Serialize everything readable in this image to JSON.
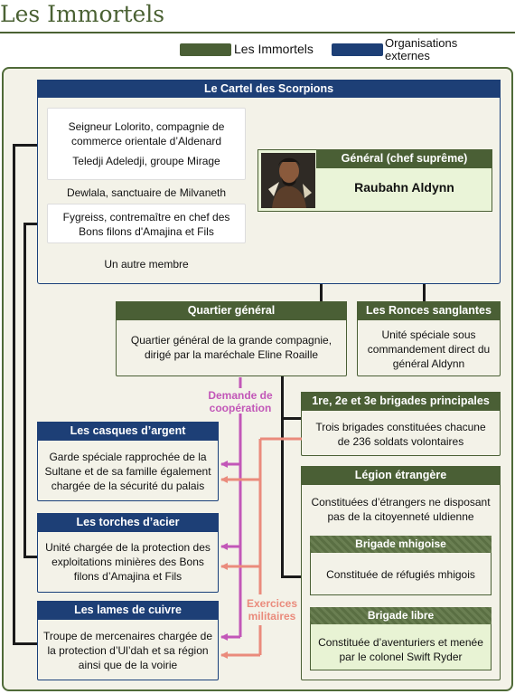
{
  "title": "Les Immortels",
  "legend": [
    {
      "label": "Les Immortels",
      "color": "#4a5f35"
    },
    {
      "label": "Organisations externes",
      "color": "#1d3f76"
    }
  ],
  "cartel": {
    "header": "Le Cartel des Scorpions",
    "member1": "Seigneur Lolorito, compagnie de commerce orientale d’Aldenard",
    "member2": "Teledji Adeledji, groupe Mirage",
    "member3": "Dewlala, sanctuaire de Milvaneth",
    "member4": "Fygreiss, contremaître en chef des Bons filons d'Amajina et Fils",
    "member5": "Un autre membre"
  },
  "general": {
    "header": "Général (chef suprême)",
    "name": "Raubahn Aldynn"
  },
  "hq": {
    "header": "Quartier général",
    "text": "Quartier général de la grande compagnie, dirigé par la maréchale Eline Roaille"
  },
  "ronces": {
    "header": "Les Ronces sanglantes",
    "text": "Unité spéciale sous commandement direct du général Aldynn"
  },
  "brigades": {
    "header": "1re, 2e et 3e brigades principales",
    "text": "Trois brigades constituées chacune de 236 soldats volontaires"
  },
  "legion": {
    "header": "Légion étrangère",
    "text": "Constituées d’étrangers ne disposant pas de la citoyenneté uldienne",
    "mhigoise": {
      "header": "Brigade mhigoise",
      "text": "Constituée de réfugiés mhigois"
    },
    "libre": {
      "header": "Brigade libre",
      "text": "Constituée d’aventuriers et menée par le colonel Swift Ryder"
    }
  },
  "casques": {
    "header": "Les casques d’argent",
    "text": "Garde spéciale rapprochée de la Sultane et de sa famille également chargée de la sécurité du palais"
  },
  "torches": {
    "header": "Les torches d’acier",
    "text": "Unité chargée de la protection des exploitations minières des Bons filons d’Amajina et Fils"
  },
  "lames": {
    "header": "Les lames de cuivre",
    "text": "Troupe de mercenaires chargée de la protection d’Ul’dah et sa région ainsi que de la voirie"
  },
  "arrows": {
    "cooperation": "Demande de coopération",
    "exercices": "Exercices militaires",
    "cooperation_color": "#c257b8",
    "exercices_color": "#ea8b7c"
  }
}
